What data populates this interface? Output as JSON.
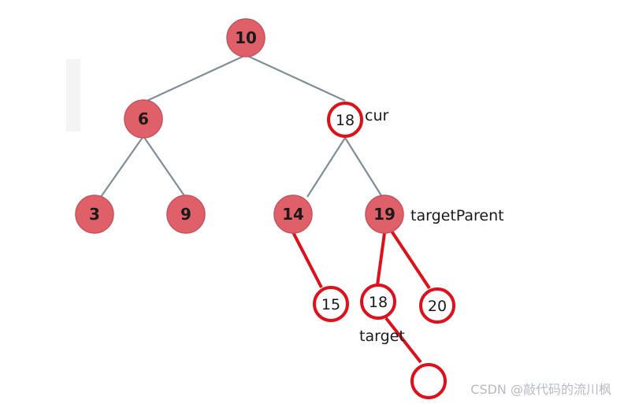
{
  "nodes": {
    "n10": "10",
    "n6": "6",
    "n18_cur": "18",
    "n3": "3",
    "n9": "9",
    "n14": "14",
    "n19": "19",
    "n15": "15",
    "n18_target": "18",
    "n20": "20",
    "n_empty": ""
  },
  "labels": {
    "cur": "cur",
    "targetParent": "targetParent",
    "target": "target"
  },
  "watermark": "CSDN @敲代码的流川枫",
  "colors": {
    "filled_node": "#e0606a",
    "highlight": "#e0101a",
    "edge": "#7f8f9a"
  }
}
